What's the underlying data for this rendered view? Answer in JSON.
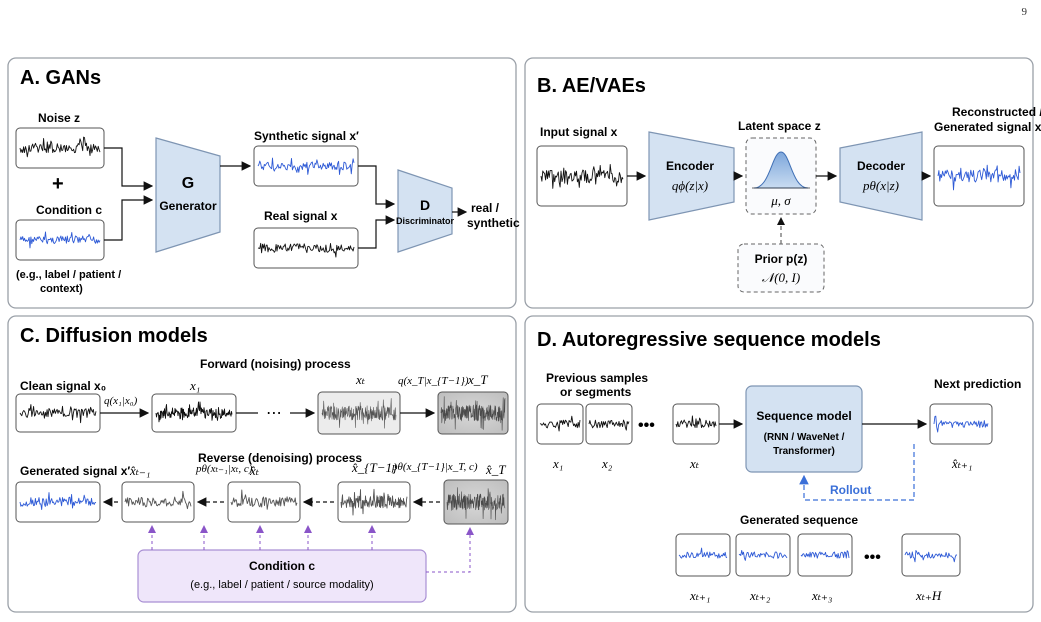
{
  "page_number": "9",
  "gan": {
    "title": "A. GANs",
    "noise_label": "Noise  z",
    "plus": "+",
    "condition_label": "Condition  c",
    "condition_note_1": "(e.g., label / patient /",
    "condition_note_2": "context)",
    "generator_letter": "G",
    "generator_label": "Generator",
    "synthetic_label": "Synthetic signal  x′",
    "real_label": "Real signal  x",
    "disc_letter": "D",
    "disc_label": "Discriminator",
    "output_1": "real /",
    "output_2": "synthetic"
  },
  "vae": {
    "title": "B. AE/VAEs",
    "input_label": "Input signal  x",
    "encoder_label": "Encoder",
    "encoder_formula": "qϕ(z|x)",
    "latent_label": "Latent space  z",
    "latent_params": "μ, σ",
    "decoder_label": "Decoder",
    "decoder_formula": "pθ(x|z)",
    "recon_1": "Reconstructed /",
    "recon_2": "Generated signal  x′",
    "prior_label": "Prior  p(z)",
    "prior_formula": "𝒩(0, I)"
  },
  "diff": {
    "title": "C. Diffusion models",
    "forward_title": "Forward (noising) process",
    "clean_label": "Clean signal  x₀",
    "q1": "q(x₁|x₀)",
    "x1": "x₁",
    "dots": "⋯",
    "xt": "xₜ",
    "qT": "q(x_T|x_{T−1})",
    "xT": "x_T",
    "reverse_title": "Reverse (denoising) process",
    "generated_label": "Generated signal  x′",
    "xhat_tm1": "x̂ₜ₋₁",
    "p_t": "pθ(xₜ₋₁|xₜ, c)",
    "xhat_t": "x̂ₜ",
    "xhat_Tm1": "x̂_{T−1}",
    "p_T": "pθ(x_{T−1}|x_T, c)",
    "xhat_T": "x̂_T",
    "condition_label": "Condition  c",
    "condition_note": "(e.g., label / patient / source modality)"
  },
  "ar": {
    "title": "D. Autoregressive sequence models",
    "prev_1": "Previous samples",
    "prev_2": "or segments",
    "x1": "x₁",
    "x2": "x₂",
    "dots": "•••",
    "xt": "xₜ",
    "model_label": "Sequence model",
    "model_sub_1": "(RNN / WaveNet /",
    "model_sub_2": "Transformer)",
    "next_label": "Next prediction",
    "next_var": "x̂ₜ₊₁",
    "rollout": "Rollout",
    "generated_label": "Generated sequence",
    "g1": "xₜ₊₁",
    "g2": "xₜ₊₂",
    "g3": "xₜ₊₃",
    "gdots": "•••",
    "gH": "xₜ₊H"
  },
  "colors": {
    "panel_border": "#9aa0a8",
    "block_fill": "#d4e2f2",
    "block_stroke": "#7e95b3",
    "signal_blue": "#2f5bd6",
    "signal_black": "#111111",
    "condition_fill": "#efe6fa",
    "condition_stroke": "#a98fd4",
    "rollout_blue": "#3a6fd8",
    "purple_dash": "#8a55c8"
  }
}
